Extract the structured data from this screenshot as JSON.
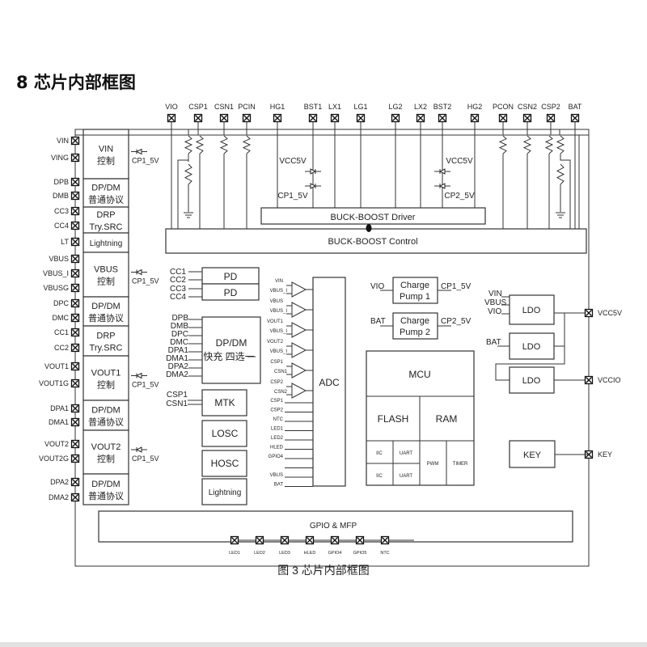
{
  "page": {
    "section_title": "8 芯片内部框图",
    "caption": "图 3   芯片内部框图"
  },
  "top_pins": [
    "VIO",
    "CSP1",
    "CSN1",
    "PCIN",
    "HG1",
    "BST1",
    "LX1",
    "LG1",
    "LG2",
    "LX2",
    "BST2",
    "HG2",
    "PCON",
    "CSN2",
    "CSP2",
    "BAT"
  ],
  "left_pins": [
    "VIN",
    "VING",
    "DPB",
    "DMB",
    "CC3",
    "CC4",
    "LT",
    "VBUS",
    "VBUS_I",
    "VBUSG",
    "DPC",
    "DMC",
    "CC1",
    "CC2",
    "VOUT1",
    "VOUT1G",
    "DPA1",
    "DMA1",
    "VOUT2",
    "VOUT2G",
    "DPA2",
    "DMA2"
  ],
  "left_blocks": [
    {
      "line1": "VIN",
      "line2": "控制",
      "diode": "CP1_5V"
    },
    {
      "line1": "DP/DM",
      "line2": "普通协议"
    },
    {
      "line1": "DRP",
      "line2": "Try.SRC"
    },
    {
      "line1": "Lightning",
      "line2": ""
    },
    {
      "line1": "VBUS",
      "line2": "控制",
      "diode": "CP1_5V"
    },
    {
      "line1": "DP/DM",
      "line2": "普通协议"
    },
    {
      "line1": "DRP",
      "line2": "Try.SRC"
    },
    {
      "line1": "VOUT1",
      "line2": "控制",
      "diode": "CP1_5V"
    },
    {
      "line1": "DP/DM",
      "line2": "普通协议"
    },
    {
      "line1": "VOUT2",
      "line2": "控制",
      "diode": "CP1_5V"
    },
    {
      "line1": "DP/DM",
      "line2": "普通协议"
    }
  ],
  "power": {
    "driver": "BUCK-BOOST Driver",
    "control": "BUCK-BOOST Control",
    "diode_labels_left": [
      "VCC5V",
      "CP1_5V"
    ],
    "diode_labels_right": [
      "VCC5V",
      "CP2_5V"
    ]
  },
  "pd": {
    "inputs": [
      "CC1",
      "CC2",
      "CC3",
      "CC4"
    ],
    "blocks": [
      "PD",
      "PD"
    ]
  },
  "dpdm_mux": {
    "inputs": [
      "DPB",
      "DMB",
      "DPC",
      "DMC",
      "DPA1",
      "DMA1",
      "DPA2",
      "DMA2"
    ],
    "line1": "DP/DM",
    "line2": "快充 四选一"
  },
  "mtk": {
    "inputs": [
      "CSP1",
      "CSN1"
    ],
    "label": "MTK"
  },
  "misc_blocks": [
    "LOSC",
    "HOSC",
    "Lightning"
  ],
  "adc": {
    "label": "ADC",
    "amp_inputs": [
      [
        "VIN",
        "VBUS_I"
      ],
      [
        "VBUS",
        "VBUS_I"
      ],
      [
        "VOUT1",
        "VBUS_I"
      ],
      [
        "VOUT2",
        "VBUS_I"
      ],
      [
        "CSP1",
        "CSN1"
      ],
      [
        "CSP2",
        "CSN2"
      ]
    ],
    "direct_inputs": [
      "CSP1",
      "CSP2",
      "NTC",
      "LED1",
      "LED2",
      "HLED",
      "GPIO4",
      "",
      "VBUS",
      "BAT"
    ]
  },
  "charge_pumps": [
    {
      "input": "VIO",
      "line1": "Charge",
      "line2": "Pump 1",
      "output": "CP1_5V"
    },
    {
      "input": "BAT",
      "line1": "Charge",
      "line2": "Pump 2",
      "output": "CP2_5V"
    }
  ],
  "mcu": {
    "title": "MCU",
    "flash": "FLASH",
    "ram": "RAM",
    "iic": [
      "IIC",
      "IIC"
    ],
    "uart": [
      "UART",
      "UART"
    ],
    "pwm": "PWM",
    "timer": "TIMER"
  },
  "ldo": {
    "label": "LDO",
    "ldo1_inputs": [
      "VIN",
      "VBUS",
      "VIO"
    ],
    "ldo2_input": "BAT",
    "out_pins": [
      "VCC5V",
      "VCCIO"
    ]
  },
  "key": {
    "label": "KEY",
    "pin": "KEY"
  },
  "gpio": {
    "label": "GPIO & MFP",
    "pins": [
      "LED1",
      "LED2",
      "LED3",
      "HLED",
      "GPIO4",
      "GPIO5",
      "NTC"
    ]
  }
}
